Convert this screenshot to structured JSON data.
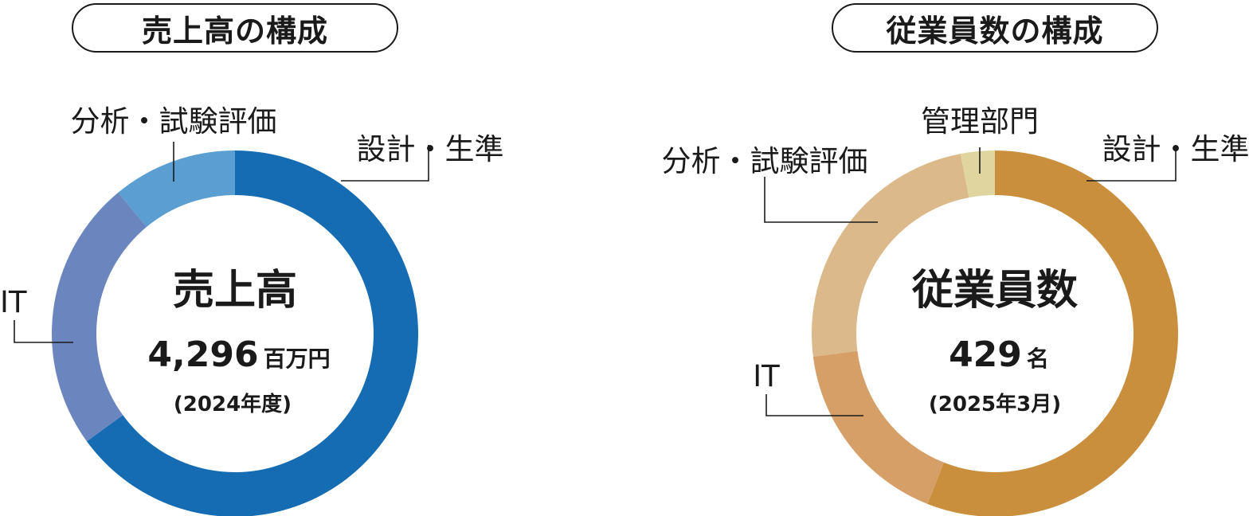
{
  "chart_data": [
    {
      "type": "pie",
      "variant": "donut",
      "title": "売上高の構成",
      "center": {
        "title": "売上高",
        "value": "4,296",
        "unit": "百万円",
        "period": "(2024年度)"
      },
      "categories": [
        "設計・生準",
        "IT",
        "分析・試験評価"
      ],
      "values": [
        65,
        24,
        11
      ],
      "colors": [
        "#156cb3",
        "#6b86bf",
        "#5b9ed1"
      ]
    },
    {
      "type": "pie",
      "variant": "donut",
      "title": "従業員数の構成",
      "center": {
        "title": "従業員数",
        "value": "429",
        "unit": "名",
        "period": "(2025年3月)"
      },
      "categories": [
        "設計・生準",
        "IT",
        "分析・試験評価",
        "管理部門"
      ],
      "values": [
        56,
        17,
        24,
        3
      ],
      "colors": [
        "#c98f3d",
        "#d79f68",
        "#dbb98a",
        "#e0d59e"
      ]
    }
  ]
}
